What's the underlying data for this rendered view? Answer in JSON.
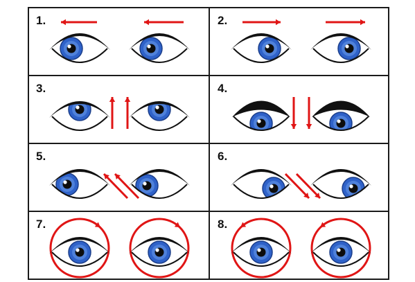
{
  "panels": [
    {
      "label": "1.",
      "motion": "left"
    },
    {
      "label": "2.",
      "motion": "right"
    },
    {
      "label": "3.",
      "motion": "up"
    },
    {
      "label": "4.",
      "motion": "down"
    },
    {
      "label": "5.",
      "motion": "up-left"
    },
    {
      "label": "6.",
      "motion": "down-right"
    },
    {
      "label": "7.",
      "motion": "clockwise"
    },
    {
      "label": "8.",
      "motion": "counterclockwise"
    }
  ],
  "colors": {
    "arrow": "#e01515",
    "iris": "#2f62c9",
    "iris_light": "#6a9be8",
    "pupil": "#0d0d0d",
    "outline": "#111111"
  }
}
